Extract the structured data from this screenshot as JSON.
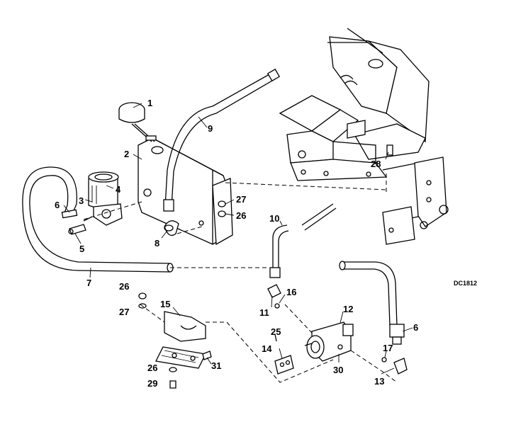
{
  "drawing": {
    "code": "DC1812",
    "callouts": [
      "1",
      "2",
      "3",
      "4",
      "5",
      "6",
      "7",
      "8",
      "9",
      "10",
      "11",
      "12",
      "13",
      "14",
      "15",
      "16",
      "17",
      "25",
      "26",
      "27",
      "28",
      "29",
      "30",
      "31"
    ],
    "repeated": {
      "6b": "6",
      "26b": "26",
      "26c": "26",
      "27b": "27"
    }
  }
}
